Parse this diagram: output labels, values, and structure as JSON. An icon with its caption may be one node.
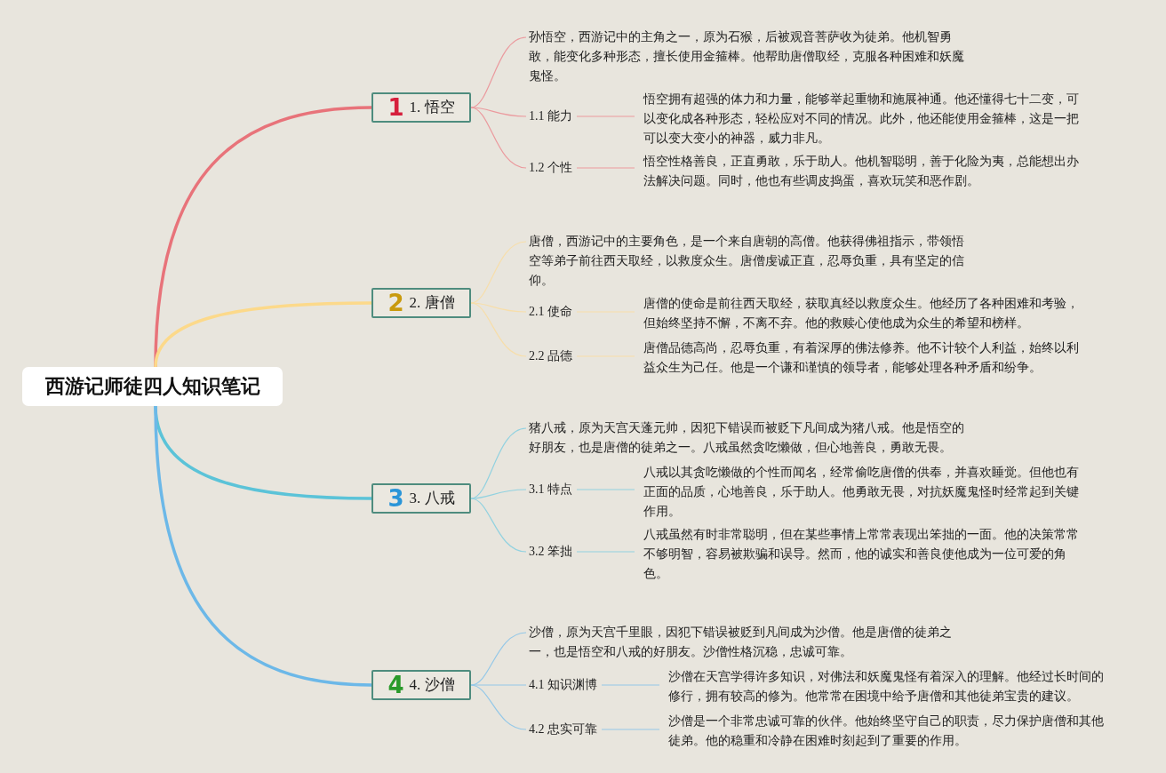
{
  "diagram": {
    "nodes": [
      {
        "text": [
          "西游记师徒四人知识笔记"
        ]
      },
      {
        "text": [
          "1",
          "1. 悟空"
        ]
      },
      {
        "text": [
          "孙悟空，西游记中的主角之一，原为石猴，后被观音菩萨收为徒弟。他机智勇敢，能变化多种形态，擅长使用金箍棒。他帮助唐僧取经，克服各种困难和妖魔鬼怪。"
        ]
      },
      {
        "text": [
          "1.1 能力"
        ]
      },
      {
        "text": [
          "悟空拥有超强的体力和力量，能够举起重物和施展神通。他还懂得七十二变，可以变化成各种形态，轻松应对不同的情况。此外，他还能使用金箍棒，这是一把可以变大变小的神器，威力非凡。"
        ]
      },
      {
        "text": [
          "1.2 个性"
        ]
      },
      {
        "text": [
          "悟空性格善良，正直勇敢，乐于助人。他机智聪明，善于化险为夷，总能想出办法解决问题。同时，他也有些调皮捣蛋，喜欢玩笑和恶作剧。"
        ]
      },
      {
        "text": [
          "2",
          "2. 唐僧"
        ]
      },
      {
        "text": [
          "唐僧，西游记中的主要角色，是一个来自唐朝的高僧。他获得佛祖指示，带领悟空等弟子前往西天取经，以救度众生。唐僧虔诚正直，忍辱负重，具有坚定的信仰。"
        ]
      },
      {
        "text": [
          "2.1 使命"
        ]
      },
      {
        "text": [
          "唐僧的使命是前往西天取经，获取真经以救度众生。他经历了各种困难和考验，但始终坚持不懈，不离不弃。他的救赎心使他成为众生的希望和榜样。"
        ]
      },
      {
        "text": [
          "2.2 品德"
        ]
      },
      {
        "text": [
          "唐僧品德高尚，忍辱负重，有着深厚的佛法修养。他不计较个人利益，始终以利益众生为己任。他是一个谦和谨慎的领导者，能够处理各种矛盾和纷争。"
        ]
      },
      {
        "text": [
          "3",
          "3. 八戒"
        ]
      },
      {
        "text": [
          "猪八戒，原为天宫天蓬元帅，因犯下错误而被贬下凡间成为猪八戒。他是悟空的好朋友，也是唐僧的徒弟之一。八戒虽然贪吃懒做，但心地善良，勇敢无畏。"
        ]
      },
      {
        "text": [
          "3.1 特点"
        ]
      },
      {
        "text": [
          "八戒以其贪吃懒做的个性而闻名，经常偷吃唐僧的供奉，并喜欢睡觉。但他也有正面的品质，心地善良，乐于助人。他勇敢无畏，对抗妖魔鬼怪时经常起到关键作用。"
        ]
      },
      {
        "text": [
          "3.2 笨拙"
        ]
      },
      {
        "text": [
          "八戒虽然有时非常聪明，但在某些事情上常常表现出笨拙的一面。他的决策常常不够明智，容易被欺骗和误导。然而，他的诚实和善良使他成为一位可爱的角色。"
        ]
      },
      {
        "text": [
          "4",
          "4. 沙僧"
        ]
      },
      {
        "text": [
          "沙僧，原为天宫千里眼，因犯下错误被贬到凡间成为沙僧。他是唐僧的徒弟之一，也是悟空和八戒的好朋友。沙僧性格沉稳，忠诚可靠。"
        ]
      },
      {
        "text": [
          "4.1 知识渊博"
        ]
      },
      {
        "text": [
          "沙僧在天宫学得许多知识，对佛法和妖魔鬼怪有着深入的理解。他经过长时间的修行，拥有较高的修为。他常常在困境中给予唐僧和其他徒弟宝贵的建议。"
        ]
      },
      {
        "text": [
          "4.2 忠实可靠"
        ]
      },
      {
        "text": [
          "沙僧是一个非常忠诚可靠的伙伴。他始终坚守自己的职责，尽力保护唐僧和其他徒弟。他的稳重和冷静在困难时刻起到了重要的作用。"
        ]
      }
    ],
    "edges": [
      {
        "from": 0,
        "to": 1,
        "arrow": "none",
        "style": "thick",
        "color": "#e8737a"
      },
      {
        "from": 1,
        "to": 2,
        "arrow": "none",
        "color": "#eb9a9e"
      },
      {
        "from": 1,
        "to": 3,
        "arrow": "none",
        "color": "#eb9a9e"
      },
      {
        "from": 3,
        "to": 4,
        "arrow": "none",
        "color": "#eb9a9e"
      },
      {
        "from": 1,
        "to": 5,
        "arrow": "none",
        "color": "#eb9a9e"
      },
      {
        "from": 5,
        "to": 6,
        "arrow": "none",
        "color": "#eb9a9e"
      },
      {
        "from": 0,
        "to": 7,
        "arrow": "none",
        "style": "thick",
        "color": "#fcd98a"
      },
      {
        "from": 7,
        "to": 8,
        "arrow": "none",
        "color": "#f7deaa"
      },
      {
        "from": 7,
        "to": 9,
        "arrow": "none",
        "color": "#f7deaa"
      },
      {
        "from": 9,
        "to": 10,
        "arrow": "none",
        "color": "#f7deaa"
      },
      {
        "from": 7,
        "to": 11,
        "arrow": "none",
        "color": "#f7deaa"
      },
      {
        "from": 11,
        "to": 12,
        "arrow": "none",
        "color": "#f7deaa"
      },
      {
        "from": 0,
        "to": 13,
        "arrow": "none",
        "style": "thick",
        "color": "#5bc3d8"
      },
      {
        "from": 13,
        "to": 14,
        "arrow": "none",
        "color": "#92d2e0"
      },
      {
        "from": 13,
        "to": 15,
        "arrow": "none",
        "color": "#92d2e0"
      },
      {
        "from": 15,
        "to": 16,
        "arrow": "none",
        "color": "#92d2e0"
      },
      {
        "from": 13,
        "to": 17,
        "arrow": "none",
        "color": "#92d2e0"
      },
      {
        "from": 17,
        "to": 18,
        "arrow": "none",
        "color": "#92d2e0"
      },
      {
        "from": 0,
        "to": 19,
        "arrow": "none",
        "style": "thick",
        "color": "#6cb8e8"
      },
      {
        "from": 19,
        "to": 20,
        "arrow": "none",
        "color": "#94c8e8"
      },
      {
        "from": 19,
        "to": 21,
        "arrow": "none",
        "color": "#94c8e8"
      },
      {
        "from": 21,
        "to": 22,
        "arrow": "none",
        "color": "#94c8e8"
      },
      {
        "from": 19,
        "to": 23,
        "arrow": "none",
        "color": "#94c8e8"
      },
      {
        "from": 23,
        "to": 24,
        "arrow": "none",
        "color": "#94c8e8"
      }
    ]
  }
}
